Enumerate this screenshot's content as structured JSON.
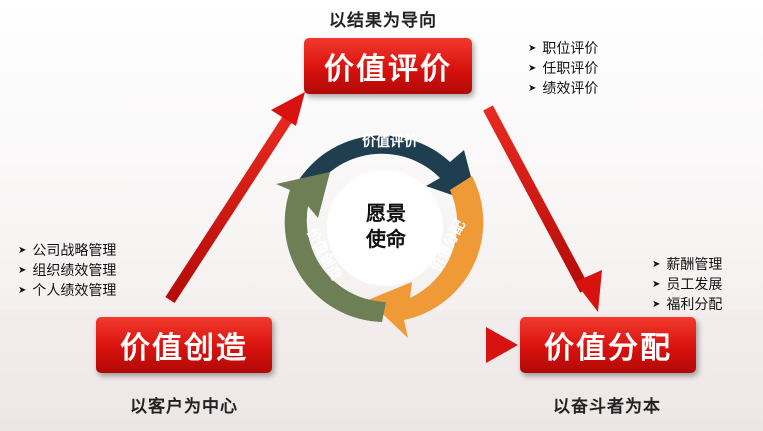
{
  "nodes": {
    "top": {
      "label": "价值评价",
      "caption": "以结果为导向",
      "items": [
        "职位评价",
        "任职评价",
        "绩效评价"
      ]
    },
    "left": {
      "label": "价值创造",
      "caption": "以客户为中心",
      "items": [
        "公司战略管理",
        "组织绩效管理",
        "个人绩效管理"
      ]
    },
    "right": {
      "label": "价值分配",
      "caption": "以奋斗者为本",
      "items": [
        "薪酬管理",
        "员工发展",
        "福利分配"
      ]
    }
  },
  "cycle": {
    "center": [
      "愿景",
      "使命"
    ],
    "segments": {
      "evaluate": "价值评价",
      "create": "价值创造",
      "distribute": "价值分配"
    }
  },
  "colors": {
    "red": "#d8120e",
    "dark_teal": "#1f3f50",
    "olive_green": "#6e7f56",
    "orange": "#ef9a36"
  }
}
